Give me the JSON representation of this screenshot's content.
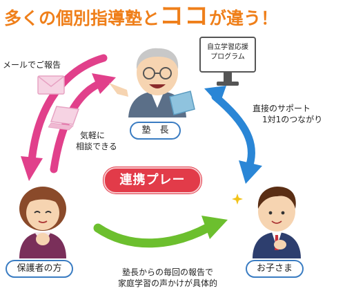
{
  "title": {
    "part1": "多くの個別指導塾と",
    "part2": "ココ",
    "part3": "が違う！"
  },
  "labels": {
    "mail_report": "メールでご報告",
    "consult_1": "気軽に",
    "consult_2": "相談できる",
    "direct_1": "直接のサポート",
    "direct_2": "1対1のつながり",
    "report_1": "塾長からの毎回の報告で",
    "report_2": "家庭学習の声かけが具体的",
    "renkei": "連携プレー"
  },
  "monitor": {
    "line1": "自立学習応援",
    "line2": "プログラム"
  },
  "people": {
    "principal": "塾　長",
    "guardian": "保護者の方",
    "child": "お子さま"
  },
  "colors": {
    "title": "#ef7f1a",
    "pink_arrow": "#e1408b",
    "blue_arrow": "#2a86d6",
    "green_arrow": "#6cbf2e",
    "renkei_bg": "#e23b49"
  }
}
